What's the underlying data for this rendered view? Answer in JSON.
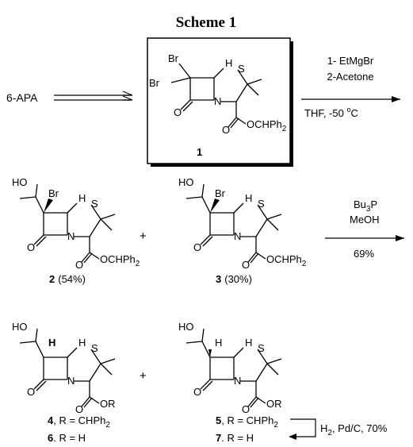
{
  "scheme_title": "Scheme 1",
  "start_material": "6-APA",
  "atoms": {
    "Br": "Br",
    "H": "H",
    "S": "S",
    "N": "N",
    "O": "O",
    "HO": "HO",
    "ester_CHPh2": "OCHPh",
    "ester_R": "OR",
    "sub2": "2"
  },
  "compounds": {
    "c1": {
      "number": "1"
    },
    "c2": {
      "number": "2",
      "yield": "(54%)"
    },
    "c3": {
      "number": "3",
      "yield": "(30%)"
    },
    "c4": {
      "number": "4",
      "suffix": ", R = CHPh"
    },
    "c5": {
      "number": "5",
      "suffix": ", R = CHPh"
    },
    "c6": {
      "number": "6",
      "suffix": ". R = H"
    },
    "c7": {
      "number": "7",
      "suffix": ". R = H"
    }
  },
  "plus": "+",
  "step1": {
    "line1": "1- EtMgBr",
    "line2": "2-Acetone",
    "cond": "THF, -50 ",
    "deg": "o",
    "unit": "C"
  },
  "step2": {
    "reagent": "Bu",
    "sub": "3",
    "reagent_tail": "P",
    "solvent": "MeOH",
    "yield": "69%"
  },
  "step3": {
    "text": "H",
    "sub": "2",
    "tail": ", Pd/C, 70%"
  }
}
